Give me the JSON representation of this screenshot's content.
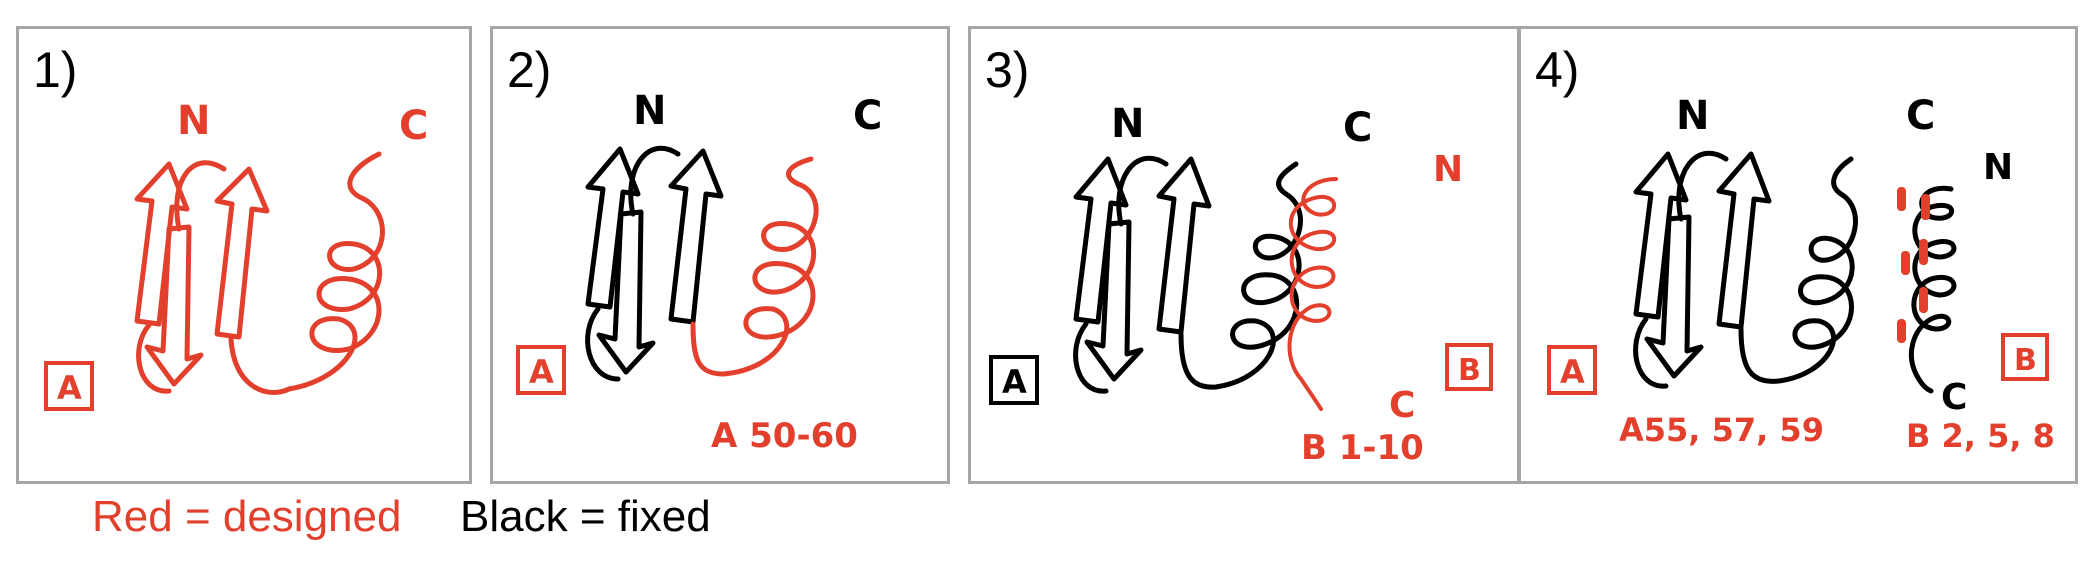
{
  "colors": {
    "designed": "#e2402d",
    "fixed": "#000000",
    "border": "#a6a6a6"
  },
  "panels": [
    {
      "number": "1)",
      "chain_a_n": "N",
      "chain_a_c": "C",
      "chain_a_box": "A"
    },
    {
      "number": "2)",
      "chain_a_n": "N",
      "chain_a_c": "C",
      "chain_a_box": "A",
      "selection": "A 50-60"
    },
    {
      "number": "3)",
      "chain_a_n": "N",
      "chain_a_c": "C",
      "chain_a_box": "A",
      "chain_b_n": "N",
      "chain_b_c": "C",
      "chain_b_box": "B",
      "selection": "B 1-10"
    },
    {
      "number": "4)",
      "chain_a_n": "N",
      "chain_a_c": "C",
      "chain_a_box": "A",
      "chain_b_n": "N",
      "chain_b_c": "C",
      "chain_b_box": "B",
      "selection_a": "A55, 57, 59",
      "selection_b": "B 2, 5, 8"
    }
  ],
  "legend": {
    "designed": "Red = designed",
    "fixed": "Black = fixed"
  }
}
